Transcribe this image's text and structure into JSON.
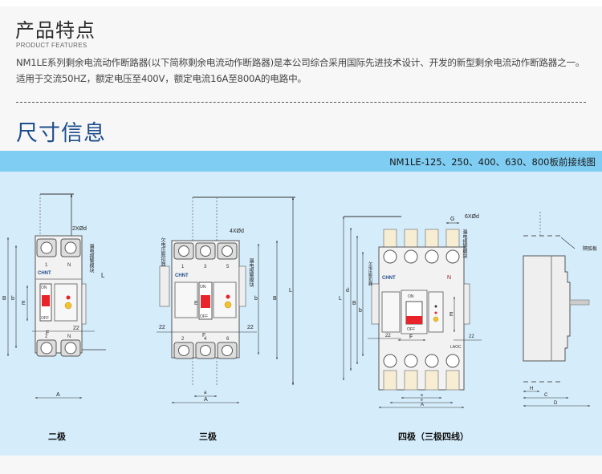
{
  "features": {
    "title": "产品特点",
    "subtitle": "PRODUCT FEATURES",
    "line1": "NM1LE系列剩余电流动作断路器(以下简称剩余电流动作断路器)是本公司综合采用国际先进技术设计、开发的新型剩余电流动作断路器之一。",
    "line2": "适用于交流50HZ，额定电压至400V，额定电流16A至800A的电路中。"
  },
  "dimensions": {
    "title": "尺寸信息",
    "band_label": "NM1LE-125、250、400、630、800板前接线图"
  },
  "diagrams": {
    "two_pole": {
      "caption": "二极",
      "hole_label": "2XØd",
      "brand": "CHNT",
      "side_module": "漏电报警模块",
      "terminals_top": [
        "1",
        "N"
      ],
      "terminals_bottom": [
        "2",
        "N"
      ],
      "on": "ON",
      "off": "OFF",
      "dims": {
        "B": "B",
        "b": "b",
        "E": "E",
        "L": "L",
        "F": "F",
        "w22": "22",
        "A": "A"
      }
    },
    "three_pole": {
      "caption": "三极",
      "hole_label": "4XØd",
      "brand": "CHNT",
      "left_module": "欠电压脱扣器",
      "side_module": "漏电报警模块",
      "terminals_top": [
        "1",
        "3",
        "5"
      ],
      "terminals_bottom": [
        "2",
        "4",
        "6"
      ],
      "on": "ON",
      "off": "OFF",
      "dims": {
        "b": "b",
        "B": "B",
        "L": "L",
        "E": "E",
        "F": "F",
        "w22l": "22",
        "w22r": "22",
        "a": "a",
        "A": "A"
      }
    },
    "four_pole": {
      "caption": "四极（三极四线）",
      "hole_label": "6XØd",
      "brand": "CHNT",
      "left_module": "欠电压脱扣器",
      "side_module": "漏电报警模块",
      "n_label": "N",
      "bottom_label": "LAOC",
      "on": "ON",
      "off": "OFF",
      "dims": {
        "L": "L",
        "d": "d",
        "B": "B",
        "b": "b",
        "G": "G",
        "E": "E",
        "F": "F",
        "w22l": "22",
        "w22r": "22",
        "a": "a",
        "e": "e",
        "A": "A"
      }
    },
    "side_view": {
      "barrier_label": "隔弧板",
      "dims": {
        "H": "H",
        "C": "C",
        "D": "D"
      }
    }
  },
  "colors": {
    "band": "#7fcdf2",
    "panel": "#d5ecfa",
    "title_blue": "#1f4e8c",
    "red": "#e8232a",
    "yellow": "#f2c230",
    "copper": "#f6edd2"
  }
}
